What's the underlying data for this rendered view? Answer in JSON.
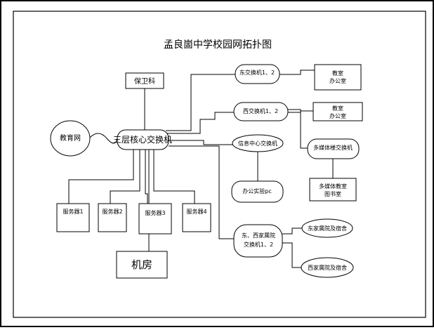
{
  "title": "孟良崮中学校园网拓扑图",
  "core": "三层核心交换机",
  "edu_net": "教育网",
  "security": "保卫科",
  "east_switch": "东交换机1、2",
  "west_switch": "西交换机1、2",
  "info_center": "信息中心交换机",
  "office_pc": "办公实验pc",
  "multimedia_switch": "多媒体楼交换机",
  "family_switch": [
    "东、西家属院",
    "交换机1、2"
  ],
  "east_family": "东家属院及宿舍",
  "west_family": "西家属院及宿舍",
  "east_room": [
    "教室",
    "办公室"
  ],
  "west_room": [
    "教室",
    "办公室"
  ],
  "multimedia_room": [
    "多媒体教室",
    "图书室"
  ],
  "servers": [
    "服务器1",
    "服务器2",
    "服务器3",
    "服务器4"
  ],
  "machine_room": "机房"
}
